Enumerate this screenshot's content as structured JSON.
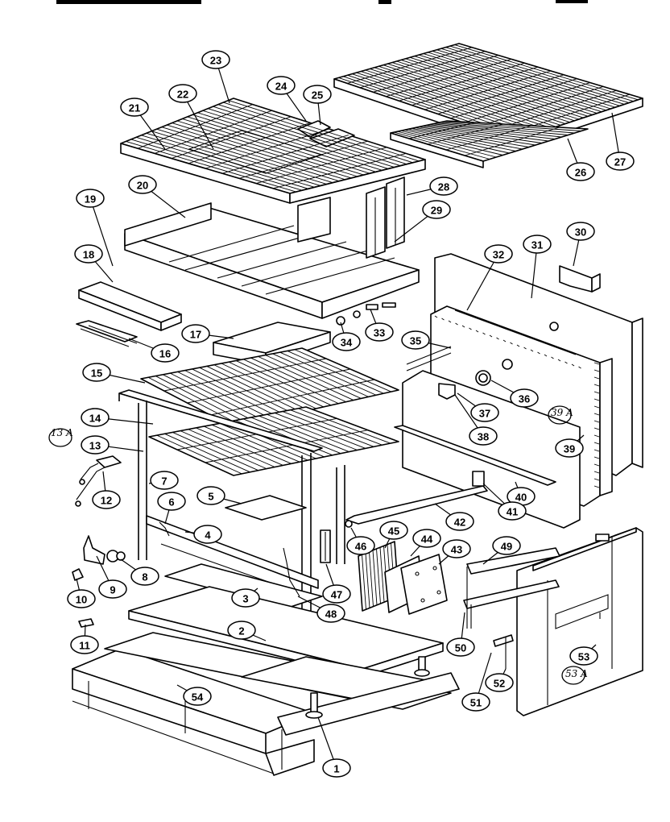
{
  "diagram": {
    "callouts": [
      {
        "label": "1"
      },
      {
        "label": "2"
      },
      {
        "label": "3"
      },
      {
        "label": "4"
      },
      {
        "label": "5"
      },
      {
        "label": "6"
      },
      {
        "label": "7"
      },
      {
        "label": "8"
      },
      {
        "label": "9"
      },
      {
        "label": "10"
      },
      {
        "label": "11"
      },
      {
        "label": "12"
      },
      {
        "label": "13"
      },
      {
        "label": "14"
      },
      {
        "label": "15"
      },
      {
        "label": "16"
      },
      {
        "label": "17"
      },
      {
        "label": "18"
      },
      {
        "label": "19"
      },
      {
        "label": "20"
      },
      {
        "label": "21"
      },
      {
        "label": "22"
      },
      {
        "label": "23"
      },
      {
        "label": "24"
      },
      {
        "label": "25"
      },
      {
        "label": "26"
      },
      {
        "label": "27"
      },
      {
        "label": "28"
      },
      {
        "label": "29"
      },
      {
        "label": "30"
      },
      {
        "label": "31"
      },
      {
        "label": "32"
      },
      {
        "label": "33"
      },
      {
        "label": "34"
      },
      {
        "label": "35"
      },
      {
        "label": "36"
      },
      {
        "label": "37"
      },
      {
        "label": "38"
      },
      {
        "label": "39"
      },
      {
        "label": "40"
      },
      {
        "label": "41"
      },
      {
        "label": "42"
      },
      {
        "label": "43"
      },
      {
        "label": "44"
      },
      {
        "label": "45"
      },
      {
        "label": "46"
      },
      {
        "label": "47"
      },
      {
        "label": "48"
      },
      {
        "label": "49"
      },
      {
        "label": "50"
      },
      {
        "label": "51"
      },
      {
        "label": "52"
      },
      {
        "label": "53"
      },
      {
        "label": "54"
      }
    ],
    "handwritten": [
      {
        "label": "13 A"
      },
      {
        "label": "39 A"
      },
      {
        "label": "53 A"
      }
    ]
  }
}
